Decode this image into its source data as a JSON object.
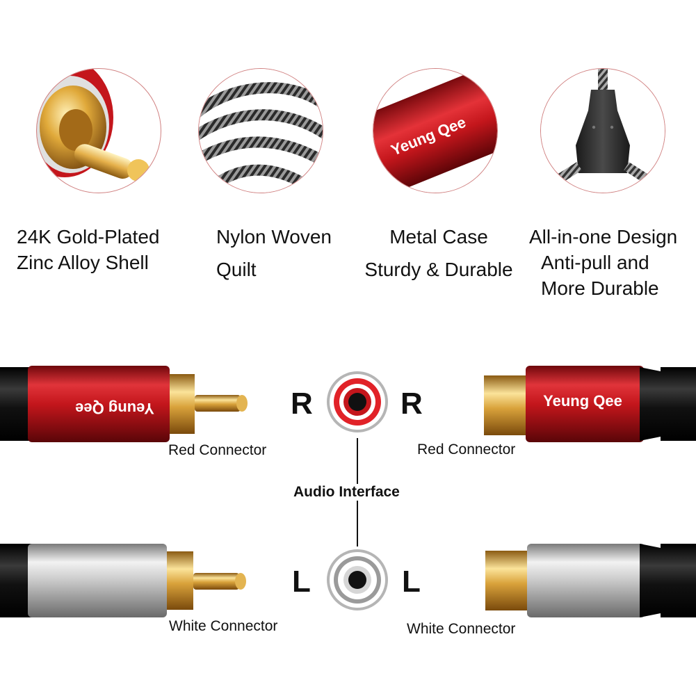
{
  "features": [
    {
      "lines": [
        "24K Gold-Plated",
        "Zinc Alloy Shell"
      ]
    },
    {
      "lines": [
        "Nylon Woven",
        "Quilt"
      ]
    },
    {
      "lines": [
        "Metal Case",
        "Sturdy & Durable"
      ]
    },
    {
      "lines": [
        "All-in-one Design",
        "Anti-pull and",
        "More Durable"
      ]
    }
  ],
  "brand": "Yeung Qee",
  "diagram": {
    "red_connector_label": "Red Connector",
    "white_connector_label": "White Connector",
    "right_channel": "R",
    "left_channel": "L",
    "audio_interface_label": "Audio Interface"
  },
  "colors": {
    "red_case": "#c4161c",
    "gold": "#d9a23b",
    "silver": "#c9c9c9",
    "black": "#111111"
  }
}
